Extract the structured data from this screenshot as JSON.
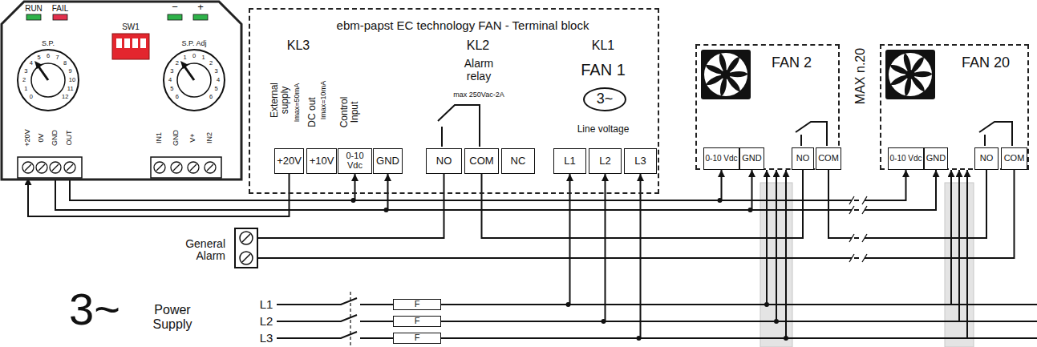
{
  "diagram": {
    "nodes": [
      {
        "text": [
          "RUN",
          "FAIL",
          "S.P.",
          "SW1",
          "−",
          "+",
          "S.P. Adj"
        ]
      },
      {
        "text": [
          "+20V"
        ],
        "in": 0
      },
      {
        "text": [
          "0V"
        ],
        "in": 0
      },
      {
        "text": [
          "GND"
        ],
        "in": 0
      },
      {
        "text": [
          "OUT"
        ],
        "in": 0
      },
      {
        "text": [
          "IN1"
        ],
        "in": 0
      },
      {
        "text": [
          "GND"
        ],
        "in": 0
      },
      {
        "text": [
          "V+"
        ],
        "in": 0
      },
      {
        "text": [
          "IN2"
        ],
        "in": 0
      },
      {
        "text": [
          "ebm-papst EC technology FAN - Terminal block"
        ]
      },
      {
        "text": [
          "+20V"
        ],
        "in": 9
      },
      {
        "text": [
          "+10V"
        ],
        "in": 9
      },
      {
        "text": [
          "0-10 Vdc"
        ],
        "in": 9
      },
      {
        "text": [
          "GND"
        ],
        "in": 9
      },
      {
        "text": [
          "NO"
        ],
        "in": 9
      },
      {
        "text": [
          "COM"
        ],
        "in": 9
      },
      {
        "text": [
          "NC"
        ],
        "in": 9
      },
      {
        "text": [
          "L1"
        ],
        "in": 9
      },
      {
        "text": [
          "L2"
        ],
        "in": 9
      },
      {
        "text": [
          "L3"
        ],
        "in": 9
      },
      {
        "text": [
          "3~"
        ],
        "in": 9
      },
      {
        "text": [
          "FAN 2"
        ]
      },
      {
        "text": [
          "0-10 Vdc"
        ],
        "in": 21
      },
      {
        "text": [
          "GND"
        ],
        "in": 21
      },
      {
        "text": [
          "NO"
        ],
        "in": 21
      },
      {
        "text": [
          "COM"
        ],
        "in": 21
      },
      {
        "text": [
          "FAN 20"
        ]
      },
      {
        "text": [
          "0-10 Vdc"
        ],
        "in": 26
      },
      {
        "text": [
          "GND"
        ],
        "in": 26
      },
      {
        "text": [
          "NO"
        ],
        "in": 26
      },
      {
        "text": [
          "COM"
        ],
        "in": 26
      },
      {
        "text": [
          "General Alarm"
        ]
      },
      {
        "text": [
          "F"
        ]
      },
      {
        "text": [
          "F"
        ]
      },
      {
        "text": [
          "F"
        ]
      }
    ],
    "edges": [
      {
        "from": 10,
        "to": 1,
        "arrow": "to"
      },
      {
        "from": 4,
        "to": 12,
        "arrow": "to"
      },
      {
        "from": 4,
        "to": 22,
        "arrow": "to"
      },
      {
        "from": 4,
        "to": 27,
        "arrow": "to"
      },
      {
        "from": 3,
        "to": 13,
        "arrow": "to"
      },
      {
        "from": 3,
        "to": 23,
        "arrow": "to"
      },
      {
        "from": 3,
        "to": 28,
        "arrow": "to"
      },
      {
        "from": 14,
        "to": 31,
        "arrow": "none"
      },
      {
        "from": 15,
        "to": 24,
        "arrow": "none"
      },
      {
        "from": 25,
        "to": 29,
        "arrow": "none"
      },
      {
        "from": 30,
        "to": 31,
        "arrow": "none"
      },
      {
        "from": 32,
        "to": 17,
        "arrow": "to"
      },
      {
        "from": 33,
        "to": 18,
        "arrow": "to"
      },
      {
        "from": 34,
        "to": 19,
        "arrow": "to"
      },
      {
        "from": 32,
        "to": 21,
        "arrow": "to"
      },
      {
        "from": 33,
        "to": 21,
        "arrow": "to"
      },
      {
        "from": 34,
        "to": 21,
        "arrow": "to"
      },
      {
        "from": 32,
        "to": 26,
        "arrow": "to"
      },
      {
        "from": 33,
        "to": 26,
        "arrow": "to"
      },
      {
        "from": 34,
        "to": 26,
        "arrow": "to"
      }
    ],
    "labels": [
      "KL3",
      "External supply",
      "Imax=50mA",
      "DC out",
      "Imax=10mA",
      "Control Input",
      "KL2",
      "Alarm relay",
      "max 250Vac-2A",
      "KL1",
      "FAN 1",
      "Line voltage",
      "MAX n.20",
      "3~",
      "Power Supply",
      "L1",
      "L2",
      "L3",
      "0",
      "1",
      "2",
      "3",
      "4",
      "5",
      "6",
      "7",
      "8",
      "9",
      "10",
      "11",
      "12",
      "6",
      "5",
      "4",
      "3",
      "2",
      "1",
      "0",
      "1",
      "2",
      "3",
      "4",
      "5",
      "6"
    ]
  }
}
